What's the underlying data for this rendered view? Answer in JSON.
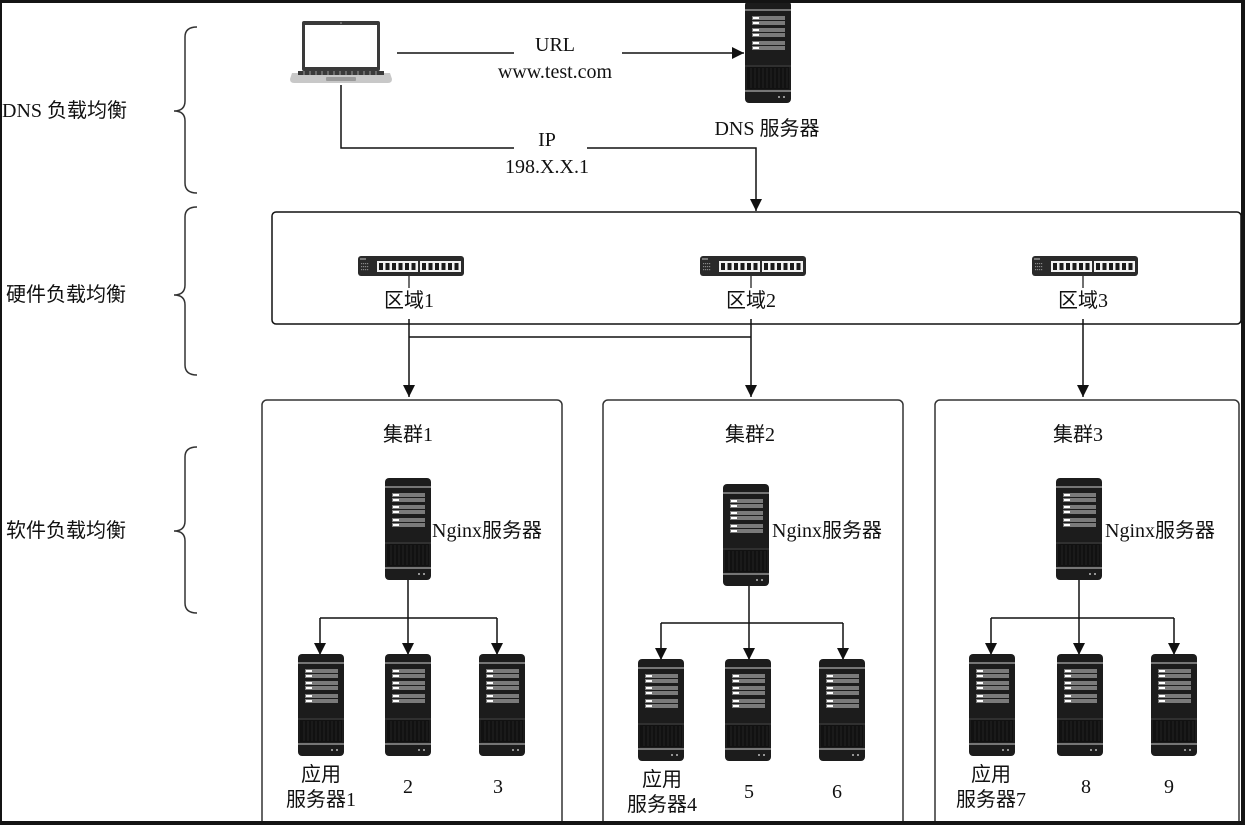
{
  "layers": [
    {
      "label": "DNS 负载均衡"
    },
    {
      "label": "硬件负载均衡"
    },
    {
      "label": "软件负载均衡"
    }
  ],
  "dns": {
    "client_icon": "laptop-icon",
    "server_icon": "server-tower-icon",
    "server_label": "DNS 服务器",
    "request": {
      "line1": "URL",
      "line2": "www.test.com"
    },
    "response": {
      "line1": "IP",
      "line2": "198.X.X.1"
    }
  },
  "hardware": {
    "switch_icon": "network-switch-icon",
    "regions": [
      {
        "label": "区域1"
      },
      {
        "label": "区域2"
      },
      {
        "label": "区域3"
      }
    ]
  },
  "clusters": [
    {
      "title": "集群1",
      "nginx_label": "Nginx服务器",
      "app_servers": [
        {
          "line1": "应用",
          "line2": "服务器1"
        },
        {
          "line1": "",
          "line2": "2"
        },
        {
          "line1": "",
          "line2": "3"
        }
      ]
    },
    {
      "title": "集群2",
      "nginx_label": "Nginx服务器",
      "app_servers": [
        {
          "line1": "应用",
          "line2": "服务器4"
        },
        {
          "line1": "",
          "line2": "5"
        },
        {
          "line1": "",
          "line2": "6"
        }
      ]
    },
    {
      "title": "集群3",
      "nginx_label": "Nginx服务器",
      "app_servers": [
        {
          "line1": "应用",
          "line2": "服务器7"
        },
        {
          "line1": "",
          "line2": "8"
        },
        {
          "line1": "",
          "line2": "9"
        }
      ]
    }
  ],
  "colors": {
    "line": "#111111",
    "server_body": "#1c1c1c",
    "server_bay": "#7a7a7a",
    "laptop_base": "#c8c8c8"
  }
}
